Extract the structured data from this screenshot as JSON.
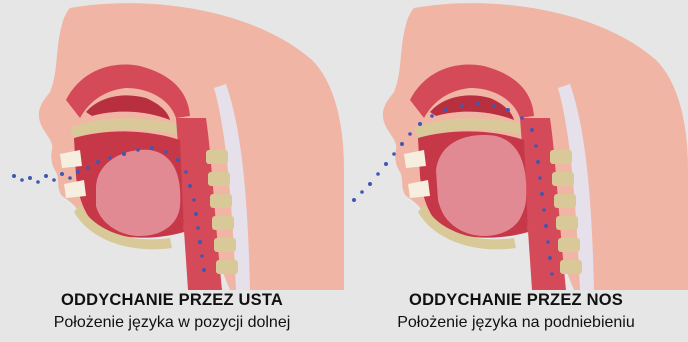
{
  "panels": [
    {
      "title": "ODDYCHANIE PRZEZ USTA",
      "subtitle": "Położenie języka w pozycji dolnej"
    },
    {
      "title": "ODDYCHANIE PRZEZ NOS",
      "subtitle": "Położenie języka na podniebieniu"
    }
  ],
  "colors": {
    "background": "#e6e6e6",
    "skin": "#f1b5a5",
    "tissue": "#d44a59",
    "tissue_dark": "#b8303f",
    "tongue": "#e28a93",
    "bone": "#d9c998",
    "spine": "#e5e0ea",
    "airflow": "#3f58b5"
  }
}
